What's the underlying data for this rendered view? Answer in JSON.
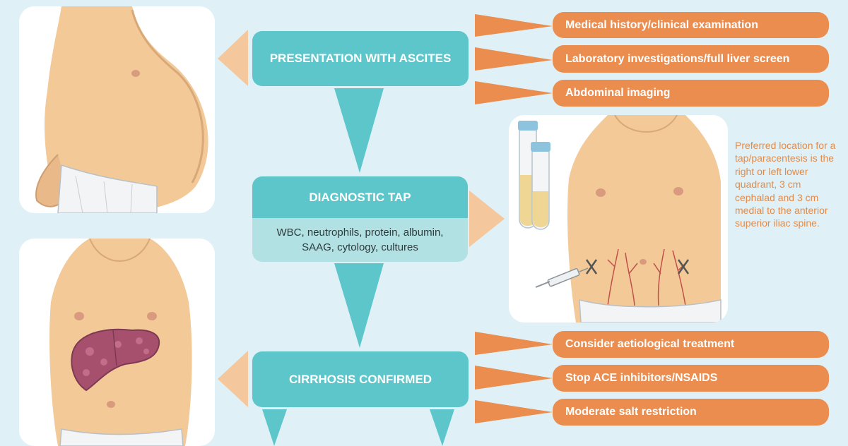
{
  "colors": {
    "background": "#dff1f6",
    "teal": "#5cc6cb",
    "teal_light": "#b2e1e4",
    "orange": "#ea8d4f",
    "peach_arrow": "#f5c79c",
    "skin": "#f2c997",
    "liver": "#a6506e"
  },
  "flow": {
    "presentation": "PRESENTATION WITH ASCITES",
    "diagnostic_tap": "DIAGNOSTIC TAP",
    "tap_tests": "WBC, neutrophils, protein, albumin, SAAG, cytology, cultures",
    "cirrhosis": "CIRRHOSIS CONFIRMED"
  },
  "workup_steps": [
    "Medical history/clinical examination",
    "Laboratory investigations/full liver screen",
    "Abdominal imaging"
  ],
  "cirrhosis_steps": [
    "Consider aetiological treatment",
    "Stop ACE inhibitors/NSAIDS",
    "Moderate salt restriction"
  ],
  "tap_location_note": "Preferred location for a tap/paracentesis is the right or left lower quadrant, 3 cm cephalad and 3 cm medial to the anterior superior iliac spine.",
  "illustrations": {
    "ascites": "ascites-abdomen-illustration",
    "paracentesis": "paracentesis-site-illustration",
    "cirrhosis": "cirrhotic-liver-illustration"
  }
}
